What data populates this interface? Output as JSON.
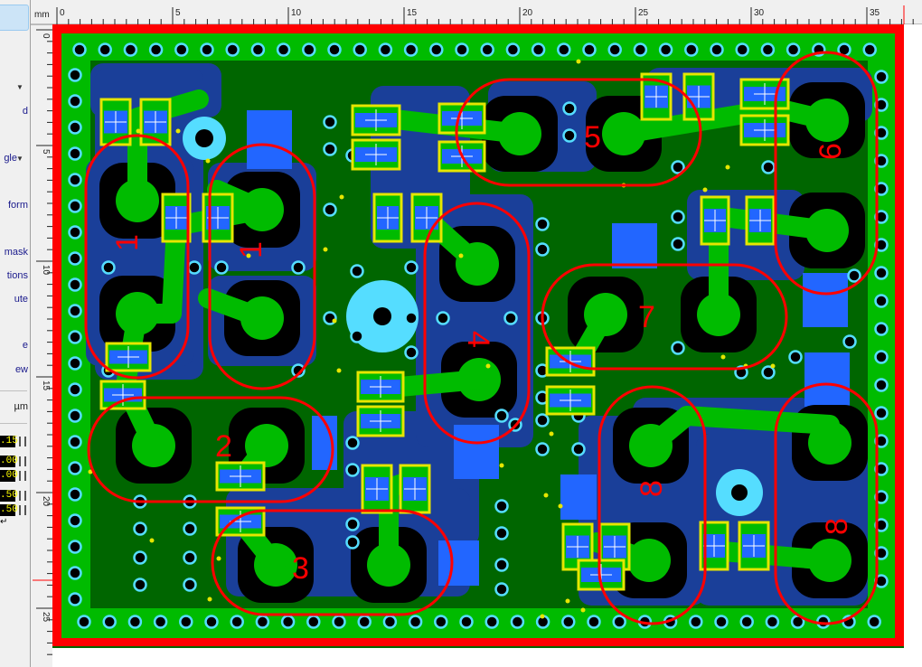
{
  "left_panel": {
    "items": [
      {
        "label": "d"
      },
      {
        "label": "gle"
      },
      {
        "label": "form"
      },
      {
        "label": "mask"
      },
      {
        "label": "tions"
      },
      {
        "label": "ute"
      },
      {
        "label": "e"
      },
      {
        "label": "ew"
      },
      {
        "label": "µm"
      }
    ],
    "values": [
      ".15",
      ".00",
      ".00",
      ".50",
      ".50"
    ]
  },
  "ruler": {
    "unit": "mm",
    "top_labels": [
      "0",
      "5",
      "10",
      "15",
      "20",
      "25",
      "30",
      "35"
    ],
    "left_labels": [
      "0",
      "5",
      "10",
      "15",
      "20",
      "25"
    ]
  },
  "silkscreen_labels": [
    "1",
    "1",
    "2",
    "3",
    "4",
    "5",
    "6",
    "7",
    "8",
    "8"
  ],
  "colors": {
    "board_outline": "#ff0000",
    "copper_top": "#00bb00",
    "ground_fill": "#006600",
    "copper_bottom": "#1a3f99",
    "pad_mask": "#000000",
    "via_ring": "#55ddff",
    "smd_outline": "#e6e600",
    "smd_pad": "#2266ff"
  }
}
